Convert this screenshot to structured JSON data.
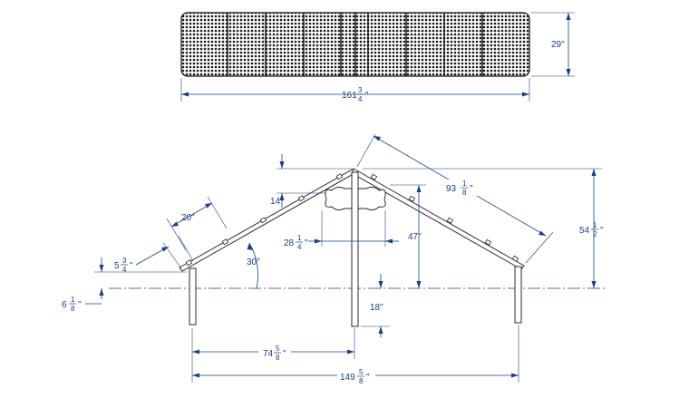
{
  "top_view": {
    "length_whole": "161",
    "length_num": "3",
    "length_den": "4",
    "width": "29\""
  },
  "front_view": {
    "rafter_length_whole": "93",
    "rafter_length_num": "1",
    "rafter_length_den": "8",
    "peak_height_whole": "54",
    "peak_height_num": "1",
    "peak_height_den": "2",
    "inner_height": "47\"",
    "bone_offset": "14\"",
    "rafter_spacing": "20\"",
    "eave_offset_whole": "5",
    "eave_offset_num": "3",
    "eave_offset_den": "4",
    "leg_offset_whole": "6",
    "leg_offset_num": "1",
    "leg_offset_den": "8",
    "bone_width_whole": "28",
    "bone_width_num": "1",
    "bone_width_den": "4",
    "roof_angle": "30°",
    "post_drop": "18\"",
    "half_span_whole": "74",
    "half_span_num": "5",
    "half_span_den": "8",
    "full_span_whole": "149",
    "full_span_num": "5",
    "full_span_den": "8"
  }
}
